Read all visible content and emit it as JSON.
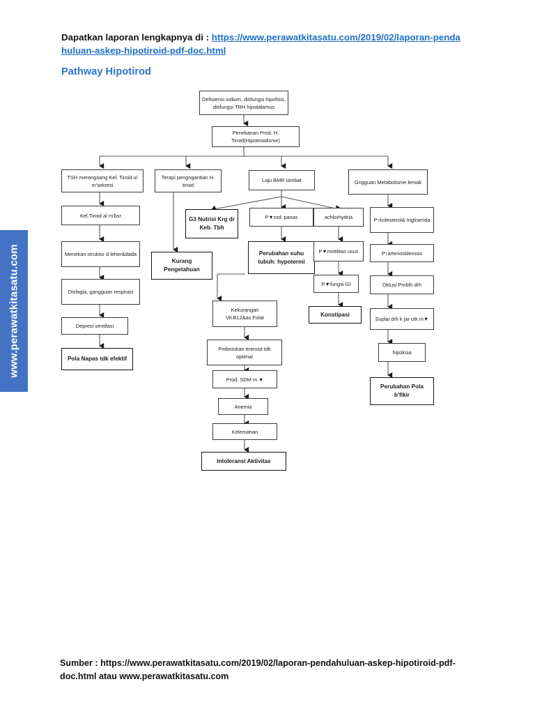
{
  "document": {
    "header_prefix": "Dapatkan laporan lengkapnya di : ",
    "header_link": "https://www.perawatkitasatu.com/2019/02/laporan-pendahuluan-askep-hipotiroid-pdf-doc.html",
    "title": "Pathway Hipotirod",
    "footer": "Sumber : https://www.perawatkitasatu.com/2019/02/laporan-pendahuluan-askep-hipotiroid-pdf-doc.html atau www.perawatkitasatu.com",
    "ribbon_text": "www.perawatkitasatu.com"
  },
  "colors": {
    "ribbon": "#4472c4",
    "title": "#2a72c9",
    "link": "#1f6fc4",
    "box_border": "#3a3a3a",
    "text": "#1a1a1a"
  },
  "chart_data": {
    "type": "diagram",
    "title": "Pathway Hipotirod",
    "nodes": [
      {
        "id": "n1",
        "label": "Defisiensi iodium, disfungsi hipofisis, disfungsi TRH hipotalamus",
        "bold": false
      },
      {
        "id": "n2",
        "label": "Penekanan Prod. H. Tiroid(Hipotiroidisme)",
        "bold": false
      },
      {
        "id": "n3",
        "label": "TSH merangsang Kel. Tiroid u/ m'sekresi",
        "bold": false
      },
      {
        "id": "n4",
        "label": "Terapi pengngantian  H. tiroid",
        "bold": false
      },
      {
        "id": "n5",
        "label": "Laju   BMR lambat",
        "bold": false
      },
      {
        "id": "n6",
        "label": "Gngguan Metabolisme lemak",
        "bold": false
      },
      {
        "id": "n7",
        "label": "Kel.Tiroid a/ m'bsr",
        "bold": false
      },
      {
        "id": "n8",
        "label": "Menekan struktur d leher&dada",
        "bold": false
      },
      {
        "id": "n9",
        "label": "Disfagia, gangguan respirasi",
        "bold": false
      },
      {
        "id": "n10",
        "label": "Depresi ventilasi",
        "bold": false
      },
      {
        "id": "n11",
        "label": "Pola Napas tdk efektif",
        "bold": true
      },
      {
        "id": "n12",
        "label": "G3 Nutrisi Krg dr Keb. Tbh",
        "bold": true
      },
      {
        "id": "n13",
        "label": "Kurang Pengetahuan",
        "bold": true
      },
      {
        "id": "n14",
        "label": "P▼rod. panas",
        "bold": false
      },
      {
        "id": "n15",
        "label": "Perubahan suhu tubuh: hypotermi",
        "bold": true
      },
      {
        "id": "n16",
        "label": "achlorhydria",
        "bold": false
      },
      {
        "id": "n17",
        "label": "P▼motilitas usus",
        "bold": false
      },
      {
        "id": "n18",
        "label": "P▼fungsi GI",
        "bold": false
      },
      {
        "id": "n19",
        "label": "Konstipasi",
        "bold": true
      },
      {
        "id": "n20",
        "label": "P↑kolesterol& trigliserida",
        "bold": false
      },
      {
        "id": "n21",
        "label": "P↑arteriosklerosis",
        "bold": false
      },
      {
        "id": "n22",
        "label": "Oklusi Pmblh drh",
        "bold": false
      },
      {
        "id": "n23",
        "label": "Suplai drh k jar otk m▼",
        "bold": false
      },
      {
        "id": "n24",
        "label": "hipoksia",
        "bold": false
      },
      {
        "id": "n25",
        "label": "Perubahan Pola b'fikir",
        "bold": true
      },
      {
        "id": "n26",
        "label": "Kekurangan Vit.B12&as.Folat",
        "bold": false
      },
      {
        "id": "n27",
        "label": "Pmbntukan entrosit tdk optimal",
        "bold": false
      },
      {
        "id": "n28",
        "label": "Prod. SDM m ▼",
        "bold": false
      },
      {
        "id": "n29",
        "label": "Anemia",
        "bold": false
      },
      {
        "id": "n30",
        "label": "Kelemahan",
        "bold": false
      },
      {
        "id": "n31",
        "label": "Intoleransi Aktivitas",
        "bold": true
      }
    ],
    "edges": [
      "n1->n2",
      "n2->n3",
      "n2->n4",
      "n2->n5",
      "n2->n6",
      "n3->n7",
      "n7->n8",
      "n8->n9",
      "n9->n10",
      "n10->n11",
      "n4->n13",
      "n5->n12",
      "n5->n14",
      "n5->n16",
      "n14->n15",
      "n15->n26",
      "n16->n17",
      "n17->n18",
      "n18->n19",
      "n6->n20",
      "n20->n21",
      "n21->n22",
      "n22->n23",
      "n23->n24",
      "n24->n25",
      "n26->n27",
      "n27->n28",
      "n28->n29",
      "n29->n30",
      "n30->n31"
    ]
  }
}
